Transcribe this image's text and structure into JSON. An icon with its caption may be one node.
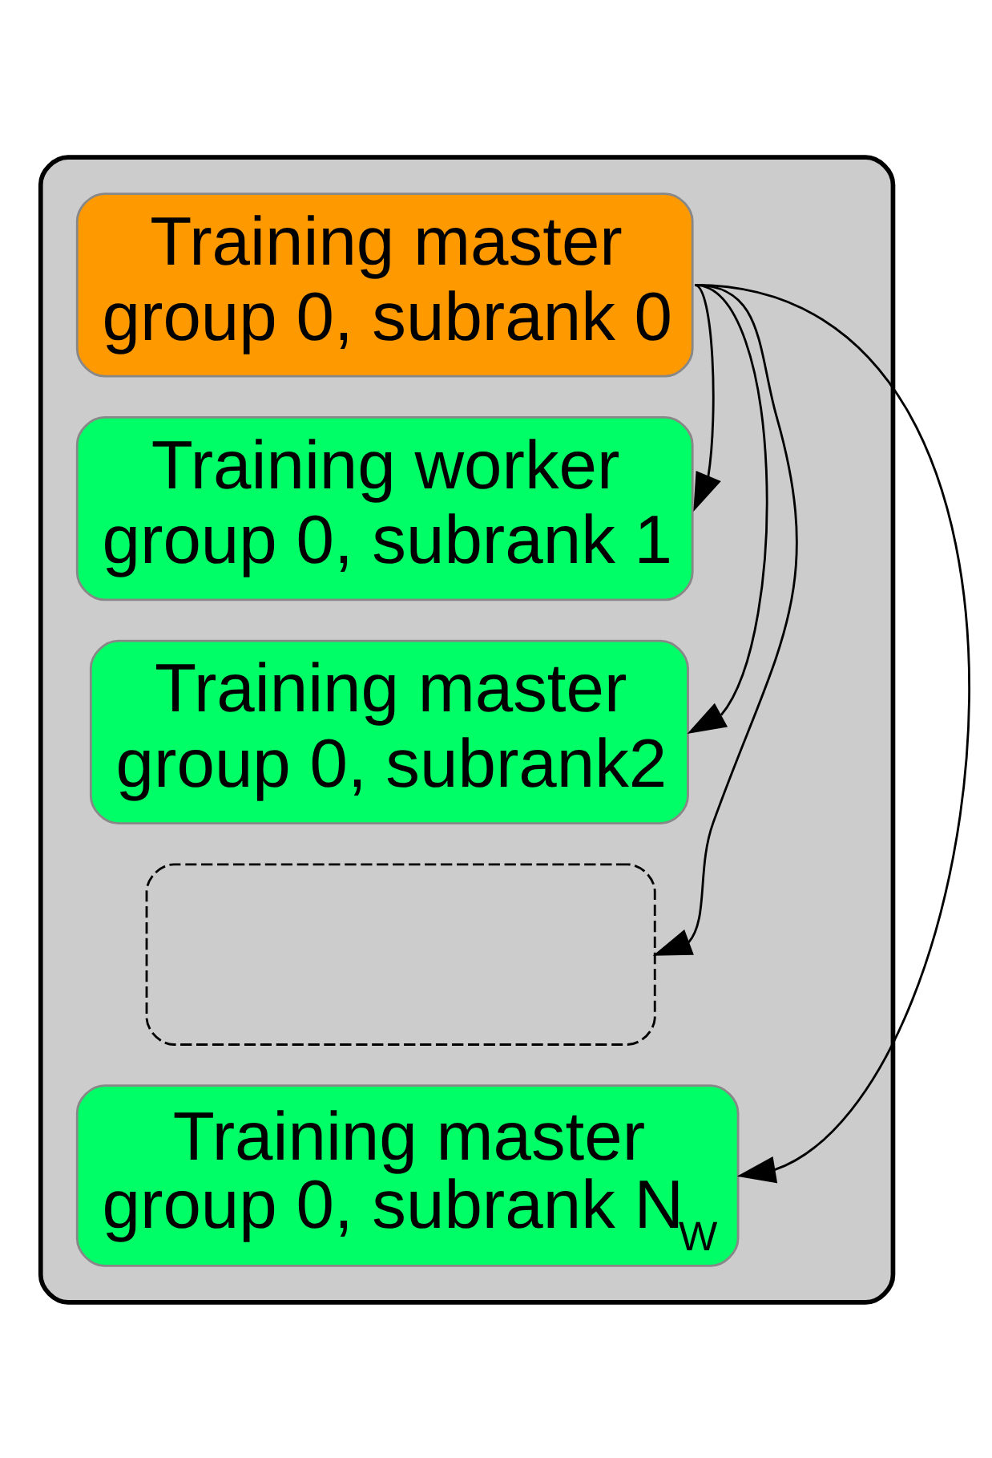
{
  "diagram": {
    "nodes": [
      {
        "text": [],
        "shape": "box"
      },
      {
        "text": [
          "Training master group 0, subrank 0"
        ],
        "in": 0
      },
      {
        "text": [
          "Training worker group 0, subrank 1"
        ],
        "in": 0
      },
      {
        "text": [
          "Training master group 0, subrank2"
        ],
        "in": 0
      },
      {
        "text": [],
        "shape": "box",
        "in": 0
      },
      {
        "text": [
          "Training master group 0, subrank N$_{W}$"
        ],
        "in": 0
      }
    ],
    "edges": [
      {
        "from": 1,
        "to": 2,
        "arrow": "to"
      },
      {
        "from": 1,
        "to": 3,
        "arrow": "to"
      },
      {
        "from": 1,
        "to": 4,
        "arrow": "to"
      },
      {
        "from": 1,
        "to": 5,
        "arrow": "to"
      }
    ]
  }
}
